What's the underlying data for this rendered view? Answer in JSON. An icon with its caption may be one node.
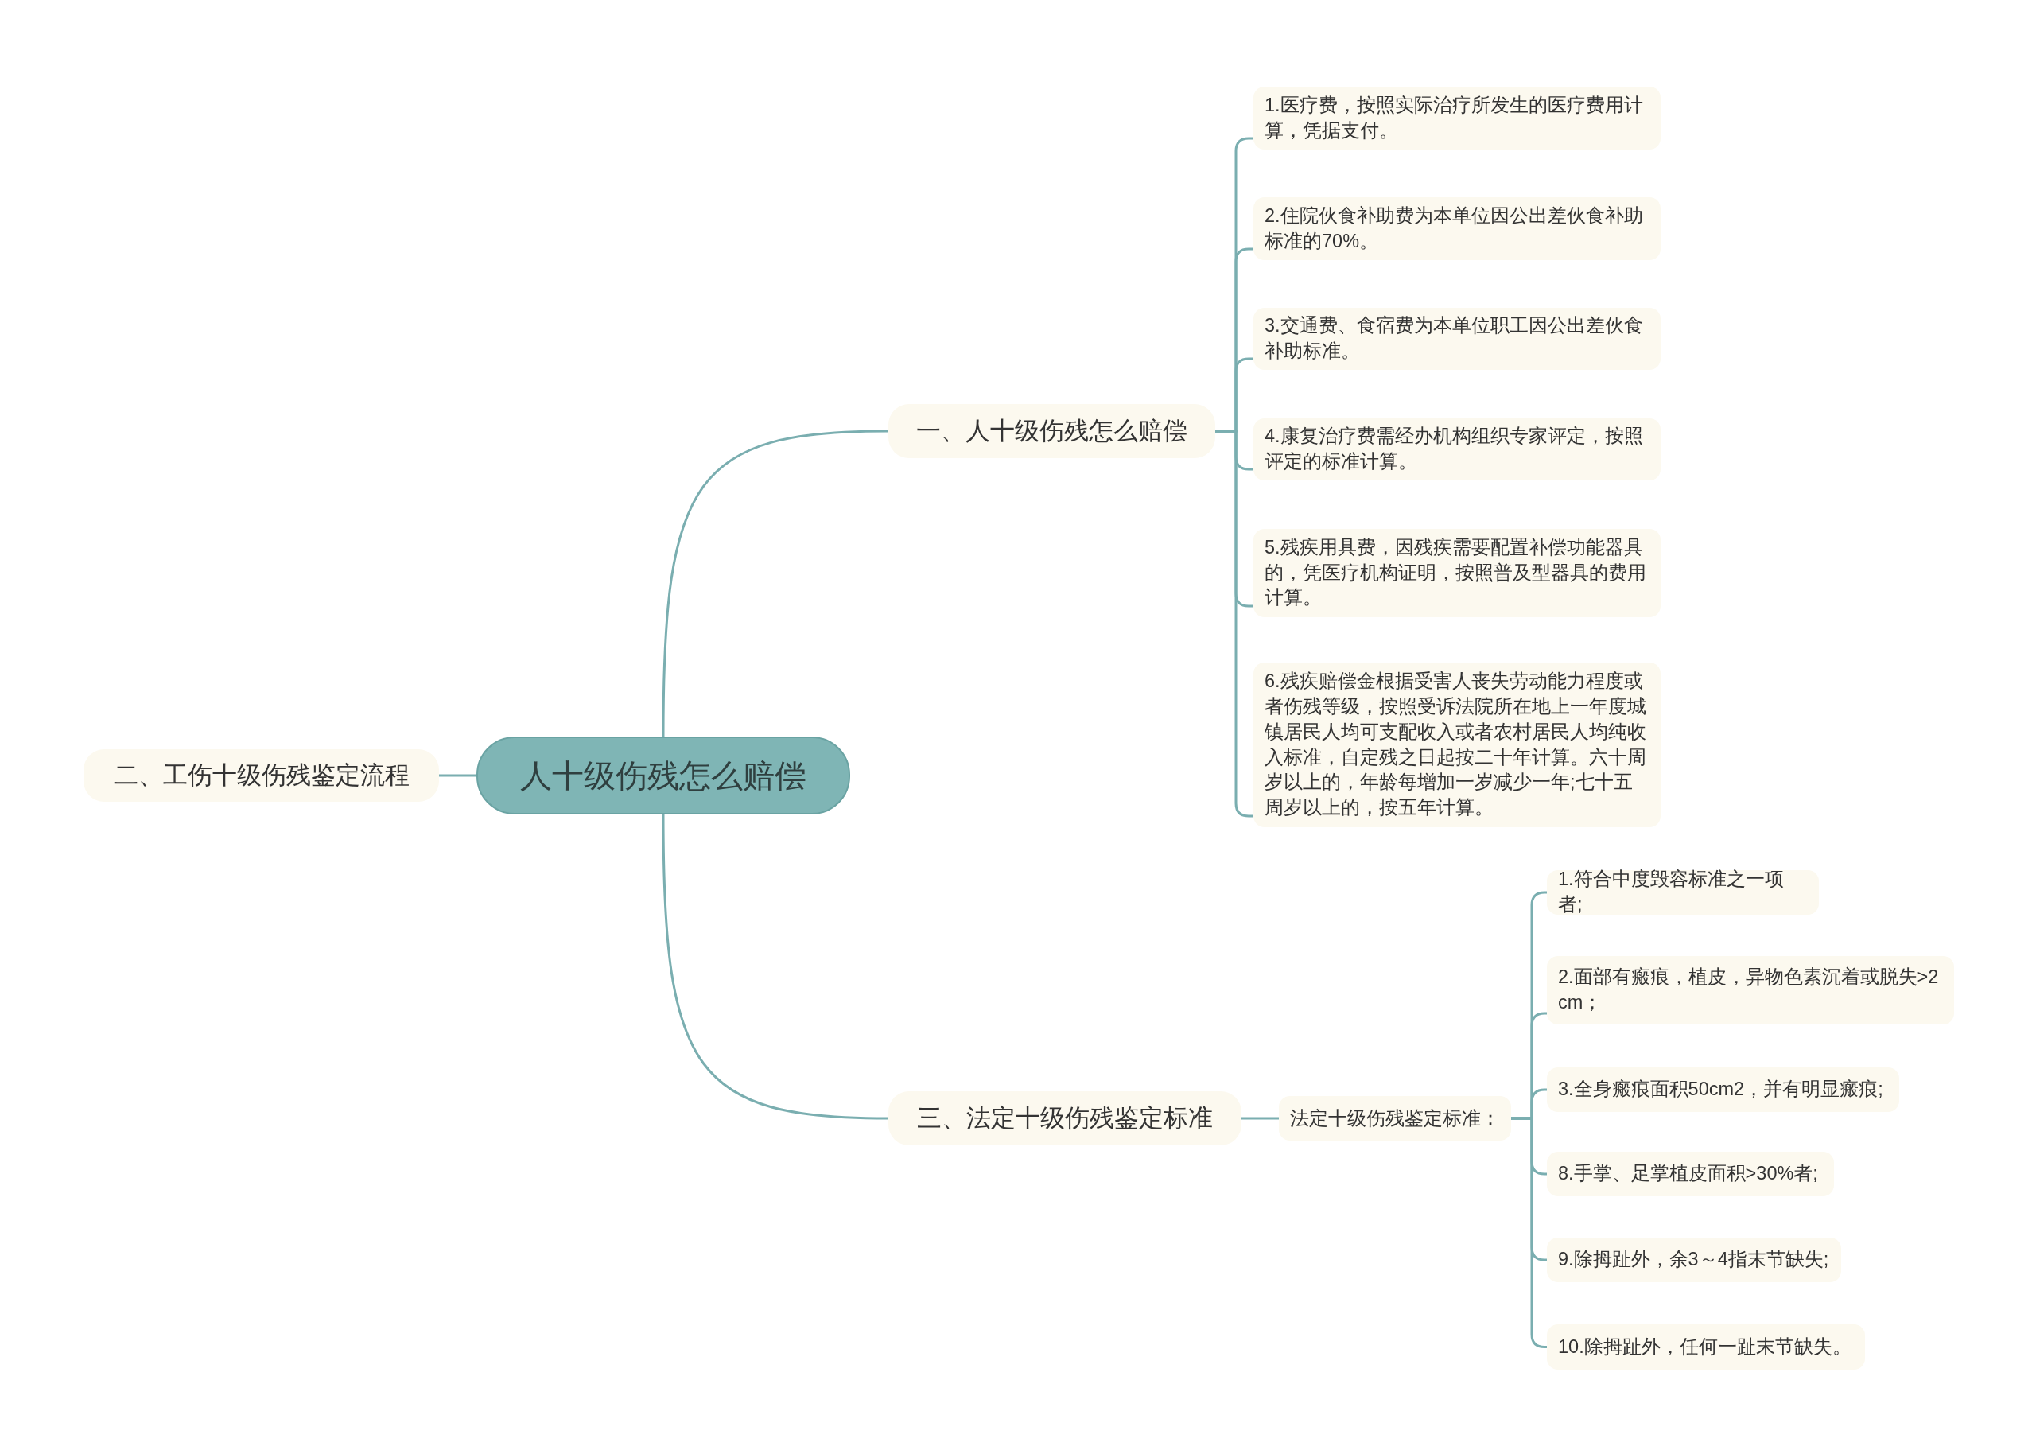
{
  "diagram": {
    "nodes": [
      {
        "text": [
          "人十级伤残怎么赔偿"
        ]
      },
      {
        "text": [
          "一、人十级伤残怎么赔偿"
        ]
      },
      {
        "text": [
          "二、工伤十级伤残鉴定流程"
        ]
      },
      {
        "text": [
          "三、法定十级伤残鉴定标准"
        ]
      },
      {
        "text": [
          "1.医疗费，按照实际治疗所发生的医疗费用计算，凭据支付。"
        ]
      },
      {
        "text": [
          "2.住院伙食补助费为本单位因公出差伙食补助标准的70%。"
        ]
      },
      {
        "text": [
          "3.交通费、食宿费为本单位职工因公出差伙食补助标准。"
        ]
      },
      {
        "text": [
          "4.康复治疗费需经办机构组织专家评定，按照评定的标准计算。"
        ]
      },
      {
        "text": [
          "5.残疾用具费，因残疾需要配置补偿功能器具的，凭医疗机构证明，按照普及型器具的费用计算。"
        ]
      },
      {
        "text": [
          "6.残疾赔偿金根据受害人丧失劳动能力程度或者伤残等级，按照受诉法院所在地上一年度城镇居民人均可支配收入或者农村居民人均纯收入标准，自定残之日起按二十年计算。六十周岁以上的，年龄每增加一岁减少一年;七十五周岁以上的，按五年计算。"
        ]
      },
      {
        "text": [
          "法定十级伤残鉴定标准："
        ]
      },
      {
        "text": [
          "1.符合中度毁容标准之一项者;"
        ]
      },
      {
        "text": [
          "2.面部有瘢痕，植皮，异物色素沉着或脱失>2 cm；"
        ]
      },
      {
        "text": [
          "3.全身瘢痕面积50cm2，并有明显瘢痕;"
        ]
      },
      {
        "text": [
          "8.手掌、足掌植皮面积>30%者;"
        ]
      },
      {
        "text": [
          "9.除拇趾外，余3～4指末节缺失;"
        ]
      },
      {
        "text": [
          "10.除拇趾外，任何一趾末节缺失。"
        ]
      }
    ],
    "edges": [
      {
        "from": 0,
        "to": 1,
        "arrow": "none"
      },
      {
        "from": 0,
        "to": 2,
        "arrow": "none"
      },
      {
        "from": 0,
        "to": 3,
        "arrow": "none"
      },
      {
        "from": 1,
        "to": 4,
        "arrow": "none"
      },
      {
        "from": 1,
        "to": 5,
        "arrow": "none"
      },
      {
        "from": 1,
        "to": 6,
        "arrow": "none"
      },
      {
        "from": 1,
        "to": 7,
        "arrow": "none"
      },
      {
        "from": 1,
        "to": 8,
        "arrow": "none"
      },
      {
        "from": 1,
        "to": 9,
        "arrow": "none"
      },
      {
        "from": 3,
        "to": 10,
        "arrow": "none"
      },
      {
        "from": 10,
        "to": 11,
        "arrow": "none"
      },
      {
        "from": 10,
        "to": 12,
        "arrow": "none"
      },
      {
        "from": 10,
        "to": 13,
        "arrow": "none"
      },
      {
        "from": 10,
        "to": 14,
        "arrow": "none"
      },
      {
        "from": 10,
        "to": 15,
        "arrow": "none"
      },
      {
        "from": 10,
        "to": 16,
        "arrow": "none"
      }
    ]
  }
}
